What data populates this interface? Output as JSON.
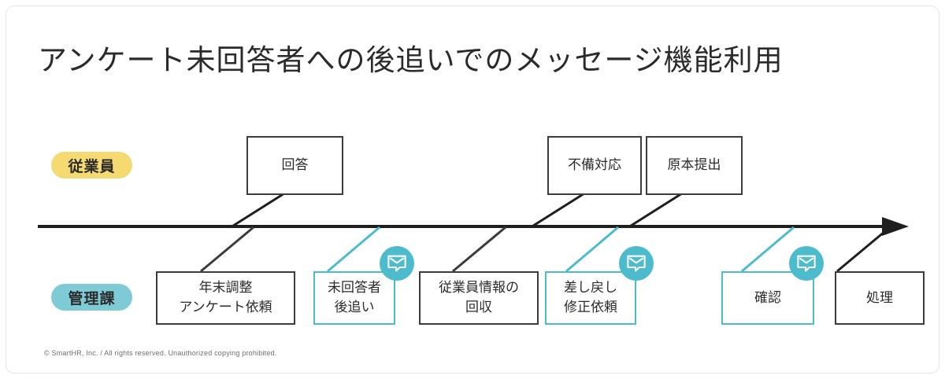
{
  "page": {
    "title": "アンケート未回答者への後追いでのメッセージ機能利用",
    "footer": "© SmartHR, Inc. / All rights reserved. Unauthorized copying prohibited."
  },
  "colors": {
    "accent_teal": "#4cbccd",
    "badge_teal": "#7ecbd6",
    "badge_yellow": "#f5da72",
    "line_dark": "#1f1f1f",
    "box_dark": "#3c3c3c",
    "text": "#2b2b2b",
    "background": "#ffffff"
  },
  "lanes": [
    {
      "id": "employee",
      "label": "従業員",
      "color": "#f5da72"
    },
    {
      "id": "admin",
      "label": "管理課",
      "color": "#7ecbd6"
    }
  ],
  "timeline": {
    "direction": "left-to-right",
    "arrow": "right-arrow"
  },
  "nodes": {
    "top": [
      {
        "id": "answer",
        "label": "回答",
        "style": "dark",
        "lane": "employee"
      },
      {
        "id": "defect",
        "label": "不備対応",
        "style": "dark",
        "lane": "employee"
      },
      {
        "id": "original",
        "label": "原本提出",
        "style": "dark",
        "lane": "employee"
      }
    ],
    "bottom": [
      {
        "id": "survey-request",
        "label": "年末調整\nアンケート依頼",
        "style": "dark",
        "lane": "admin",
        "message_icon": false
      },
      {
        "id": "follow-up",
        "label": "未回答者\n後追い",
        "style": "teal",
        "lane": "admin",
        "message_icon": true
      },
      {
        "id": "collect-info",
        "label": "従業員情報の\n回収",
        "style": "dark",
        "lane": "admin",
        "message_icon": false
      },
      {
        "id": "send-back",
        "label": "差し戻し\n修正依頼",
        "style": "teal",
        "lane": "admin",
        "message_icon": true
      },
      {
        "id": "confirm",
        "label": "確認",
        "style": "teal",
        "lane": "admin",
        "message_icon": true
      },
      {
        "id": "process",
        "label": "処理",
        "style": "dark",
        "lane": "admin",
        "message_icon": false
      }
    ]
  },
  "icons": {
    "message": "message-icon"
  }
}
